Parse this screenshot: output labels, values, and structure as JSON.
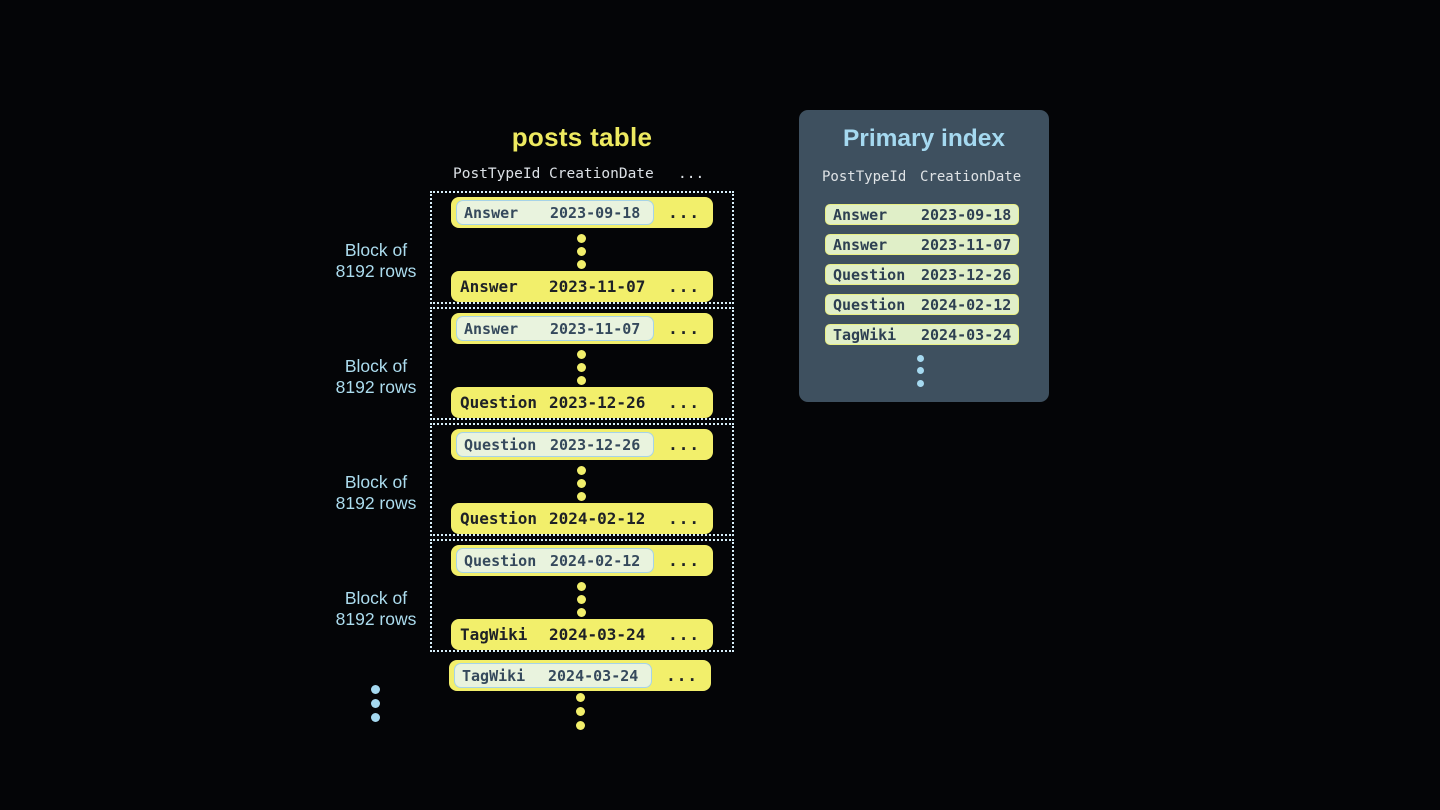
{
  "posts_table": {
    "title": "posts table",
    "headers": {
      "col1": "PostTypeId",
      "col2": "CreationDate",
      "col3": "..."
    },
    "block_label_line1": "Block of",
    "block_label_line2": "8192 rows",
    "ellipsis": "...",
    "blocks": [
      {
        "first": {
          "type": "Answer",
          "date": "2023-09-18"
        },
        "last": {
          "type": "Answer",
          "date": "2023-11-07"
        }
      },
      {
        "first": {
          "type": "Answer",
          "date": "2023-11-07"
        },
        "last": {
          "type": "Question",
          "date": "2023-12-26"
        }
      },
      {
        "first": {
          "type": "Question",
          "date": "2023-12-26"
        },
        "last": {
          "type": "Question",
          "date": "2024-02-12"
        }
      },
      {
        "first": {
          "type": "Question",
          "date": "2024-02-12"
        },
        "last": {
          "type": "TagWiki",
          "date": "2024-03-24"
        }
      }
    ],
    "overflow_row": {
      "type": "TagWiki",
      "date": "2024-03-24"
    }
  },
  "primary_index": {
    "title": "Primary index",
    "headers": {
      "col1": "PostTypeId",
      "col2": "CreationDate"
    },
    "rows": [
      {
        "type": "Answer",
        "date": "2023-09-18"
      },
      {
        "type": "Answer",
        "date": "2023-11-07"
      },
      {
        "type": "Question",
        "date": "2023-12-26"
      },
      {
        "type": "Question",
        "date": "2024-02-12"
      },
      {
        "type": "TagWiki",
        "date": "2024-03-24"
      }
    ]
  },
  "colors": {
    "background": "#040507",
    "row_yellow": "#f2ef6b",
    "title_yellow": "#eeea60",
    "panel_background": "#3e505f",
    "light_blue": "#a5d9f0",
    "block_label_blue": "#acdcee",
    "highlight_pill_background": "#e9f3de",
    "highlight_pill_border": "#a6d3e8",
    "index_pill_background": "#e0efc8",
    "index_pill_border": "#eaf084",
    "dark_text": "#1e2126",
    "navy_text": "#35495c",
    "header_text": "#dce1e6",
    "dotted_border": "#d7eef8"
  }
}
